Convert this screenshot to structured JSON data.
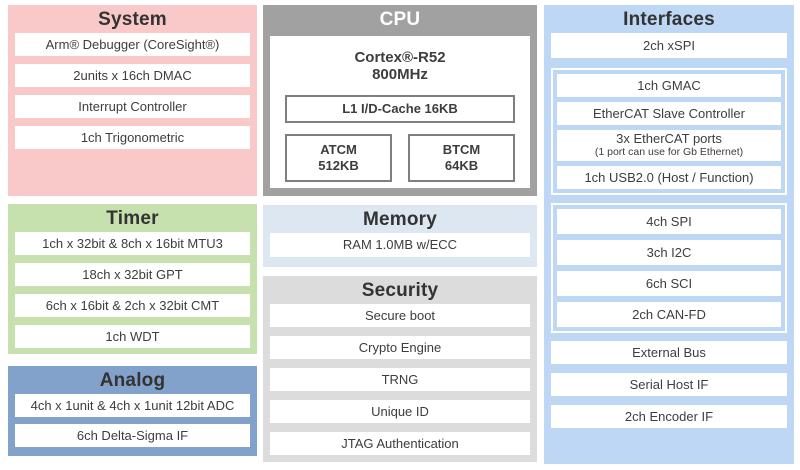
{
  "colors": {
    "system_bg": "#f9c9c9",
    "timer_bg": "#c7e1ae",
    "analog_bg": "#82a2cc",
    "cpu_bg": "#a1a1a1",
    "memory_bg": "#dce7f2",
    "security_bg": "#dcdcdc",
    "interfaces_bg": "#bdd7f4",
    "item_bg": "#ffffff",
    "cpu_box_border": "#7f7f7f",
    "title_text": "#333333",
    "item_text": "#3d3d3d",
    "cpu_title_text": "#ffffff"
  },
  "blocks": {
    "system": {
      "title": "System",
      "items": [
        "Arm® Debugger (CoreSight®)",
        "2units x 16ch DMAC",
        "Interrupt Controller",
        "1ch Trigonometric"
      ]
    },
    "timer": {
      "title": "Timer",
      "items": [
        "1ch x 32bit & 8ch x 16bit MTU3",
        "18ch x 32bit GPT",
        "6ch x 16bit & 2ch x 32bit CMT",
        "1ch WDT"
      ]
    },
    "analog": {
      "title": "Analog",
      "items": [
        "4ch x 1unit & 4ch x 1unit 12bit ADC",
        "6ch Delta-Sigma IF"
      ]
    },
    "cpu": {
      "title": "CPU",
      "core": "Cortex®-R52",
      "frequency": "800MHz",
      "cache": "L1 I/D-Cache 16KB",
      "tcm": [
        {
          "name": "ATCM",
          "size": "512KB"
        },
        {
          "name": "BTCM",
          "size": "64KB"
        }
      ]
    },
    "memory": {
      "title": "Memory",
      "items": [
        "RAM 1.0MB w/ECC"
      ]
    },
    "security": {
      "title": "Security",
      "items": [
        "Secure boot",
        "Crypto Engine",
        "TRNG",
        "Unique ID",
        "JTAG Authentication"
      ]
    },
    "interfaces": {
      "title": "Interfaces",
      "top_items": [
        "2ch xSPI"
      ],
      "ethernet_group": [
        {
          "label": "1ch GMAC"
        },
        {
          "label": "EtherCAT Slave Controller"
        },
        {
          "label": "3x EtherCAT ports",
          "sub": "(1 port can use for Gb Ethernet)"
        },
        {
          "label": "1ch USB2.0 (Host / Function)"
        }
      ],
      "serial_group": [
        "4ch SPI",
        "3ch I2C",
        "6ch SCI",
        "2ch CAN-FD"
      ],
      "bottom_items": [
        "External Bus",
        "Serial Host IF",
        "2ch Encoder IF"
      ]
    }
  }
}
